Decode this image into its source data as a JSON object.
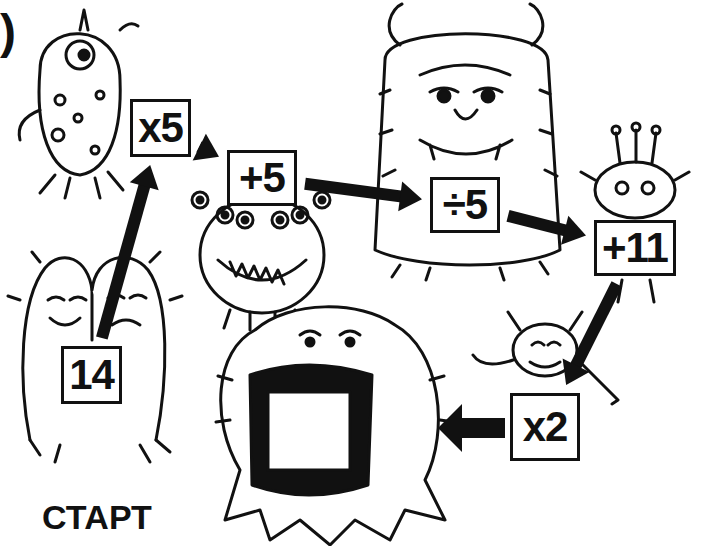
{
  "diagram": {
    "nodes": [
      {
        "text": [
          "14"
        ]
      },
      {
        "text": [
          "x5"
        ]
      },
      {
        "text": [
          "+5"
        ]
      },
      {
        "text": [
          "÷5"
        ]
      },
      {
        "text": [
          "+11"
        ]
      },
      {
        "text": [
          "x2"
        ]
      }
    ],
    "edges": [
      {
        "from": 0,
        "to": 1,
        "arrow": "to"
      },
      {
        "from": 1,
        "to": 2,
        "arrow": "to"
      },
      {
        "from": 2,
        "to": 3,
        "arrow": "to"
      },
      {
        "from": 3,
        "to": 4,
        "arrow": "to"
      },
      {
        "from": 4,
        "to": 5,
        "arrow": "to"
      }
    ],
    "labels": [
      "СТАРТ",
      ")"
    ]
  }
}
